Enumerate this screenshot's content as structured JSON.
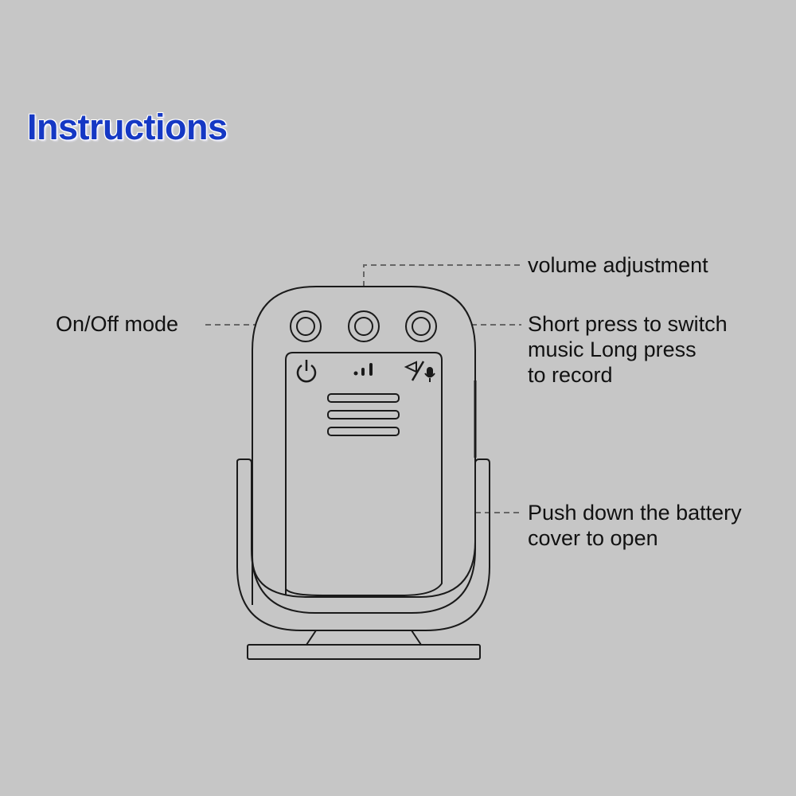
{
  "title": "Instructions",
  "labels": {
    "on_off": "On/Off mode",
    "volume": "volume adjustment",
    "music_1": "Short press to switch",
    "music_2": "music Long press",
    "music_3": "to record",
    "battery_1": "Push down the battery",
    "battery_2": "cover to open"
  },
  "colors": {
    "title": "#1538c4",
    "background": "#c6c6c6"
  }
}
